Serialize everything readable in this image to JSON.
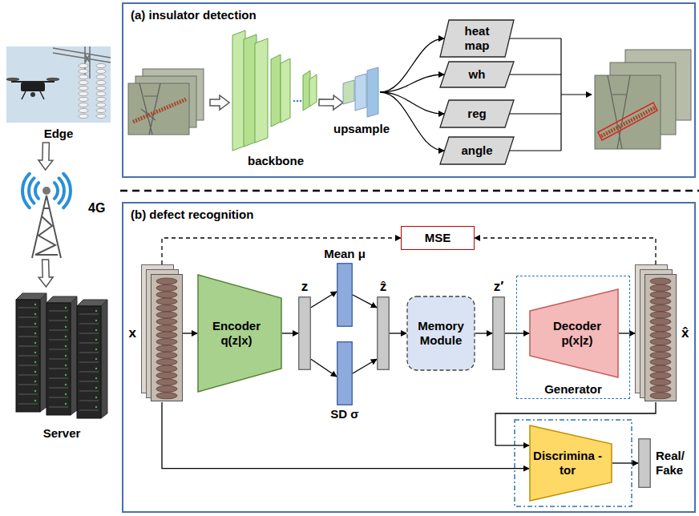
{
  "diagram": {
    "nodes": [
      {
        "text": [
          "Edge"
        ]
      },
      {
        "text": [
          "4G"
        ]
      },
      {
        "text": [
          "Server"
        ]
      },
      {
        "text": [
          "(a) insulator detection"
        ]
      },
      {
        "text": [
          "backbone"
        ],
        "in": 3
      },
      {
        "text": [
          "upsample"
        ],
        "in": 3
      },
      {
        "text": [
          "heat map"
        ],
        "in": 3
      },
      {
        "text": [
          "wh"
        ],
        "in": 3
      },
      {
        "text": [
          "reg"
        ],
        "in": 3
      },
      {
        "text": [
          "angle"
        ],
        "in": 3
      },
      {
        "text": [
          "(b) defect recognition"
        ]
      },
      {
        "text": [
          "MSE"
        ],
        "in": 10
      },
      {
        "text": [
          "x"
        ],
        "in": 10
      },
      {
        "text": [
          "Encoder q(z|x)"
        ],
        "in": 10
      },
      {
        "text": [
          "z"
        ],
        "in": 10
      },
      {
        "text": [
          "Mean μ"
        ],
        "in": 10
      },
      {
        "text": [
          "SD σ"
        ],
        "in": 10
      },
      {
        "text": [
          "ẑ"
        ],
        "in": 10
      },
      {
        "text": [
          "Memory Module"
        ],
        "in": 10
      },
      {
        "text": [
          "z′"
        ],
        "in": 10
      },
      {
        "text": [
          "Generator"
        ],
        "in": 10
      },
      {
        "text": [
          "Decoder p(x|z)"
        ],
        "in": 20
      },
      {
        "text": [
          "x̂"
        ],
        "in": 10
      },
      {
        "text": [
          "Discrimina -tor"
        ],
        "in": 10
      },
      {
        "text": [
          "Real/ Fake"
        ],
        "in": 10
      }
    ],
    "edges": [
      {
        "from": 0,
        "to": 1,
        "arrow": "to"
      },
      {
        "from": 1,
        "to": 2,
        "arrow": "to"
      },
      {
        "from": 4,
        "to": 5,
        "arrow": "to"
      },
      {
        "from": 5,
        "to": 6,
        "arrow": "to"
      },
      {
        "from": 5,
        "to": 7,
        "arrow": "to"
      },
      {
        "from": 5,
        "to": 8,
        "arrow": "to"
      },
      {
        "from": 5,
        "to": 9,
        "arrow": "to"
      },
      {
        "from": 12,
        "to": 13,
        "arrow": "to"
      },
      {
        "from": 13,
        "to": 14,
        "arrow": "to"
      },
      {
        "from": 14,
        "to": 15,
        "arrow": "to"
      },
      {
        "from": 14,
        "to": 16,
        "arrow": "to"
      },
      {
        "from": 15,
        "to": 17,
        "arrow": "to"
      },
      {
        "from": 16,
        "to": 17,
        "arrow": "to"
      },
      {
        "from": 17,
        "to": 18,
        "arrow": "to"
      },
      {
        "from": 18,
        "to": 19,
        "arrow": "to"
      },
      {
        "from": 19,
        "to": 21,
        "arrow": "to"
      },
      {
        "from": 21,
        "to": 22,
        "arrow": "to"
      },
      {
        "from": 22,
        "to": 23,
        "arrow": "to"
      },
      {
        "from": 12,
        "to": 23,
        "arrow": "to"
      },
      {
        "from": 23,
        "to": 24,
        "arrow": "to"
      },
      {
        "from": 12,
        "to": 11,
        "arrow": "to"
      },
      {
        "from": 22,
        "to": 11,
        "arrow": "to"
      }
    ]
  }
}
